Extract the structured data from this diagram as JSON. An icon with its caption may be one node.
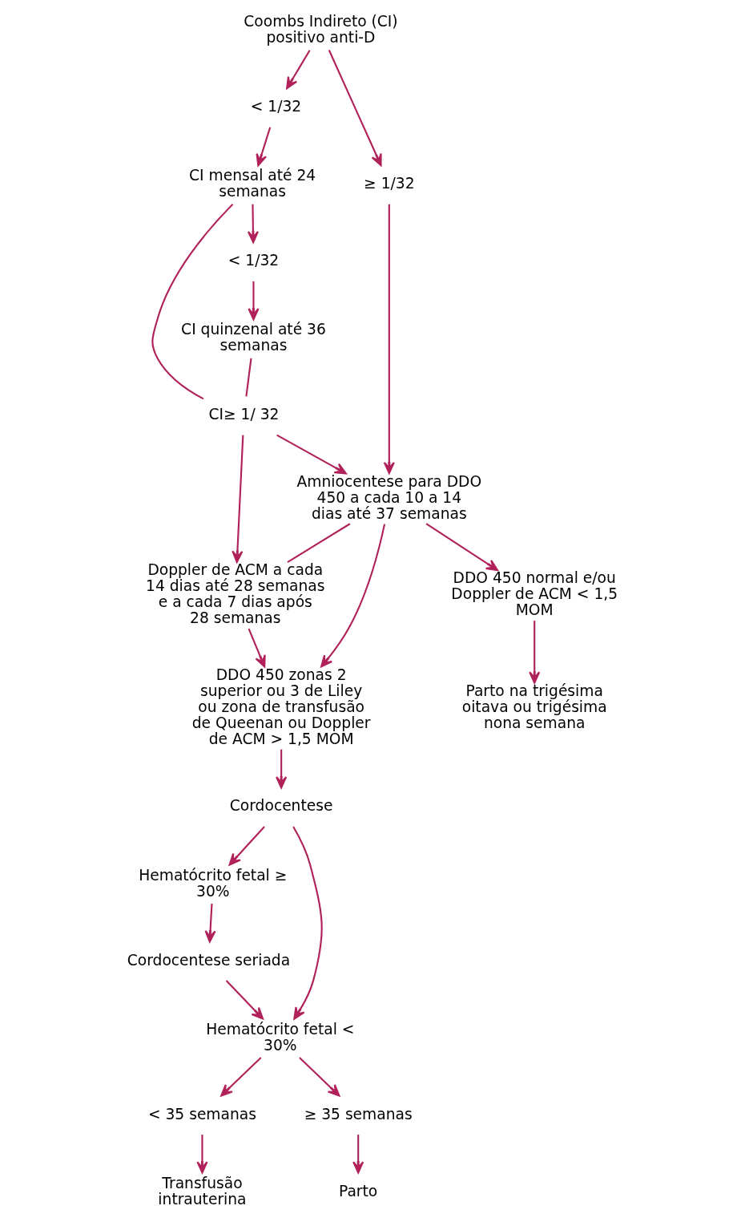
{
  "diagram": {
    "nodes": [
      {
        "text": [
          "Coombs Indireto (CI) positivo anti-D"
        ]
      },
      {
        "text": [
          "< 1/32"
        ]
      },
      {
        "text": [
          "≥ 1/32"
        ]
      },
      {
        "text": [
          "CI mensal até 24 semanas"
        ]
      },
      {
        "text": [
          "CI≥ 1/ 32"
        ]
      },
      {
        "text": [
          "Amniocentese para DDO 450 a cada 10 a 14 dias até 37 semanas"
        ]
      },
      {
        "text": [
          "< 1/32"
        ]
      },
      {
        "text": [
          "Doppler de ACM a cada 14 dias até 28 semanas e a cada 7 dias após 28 semanas"
        ]
      },
      {
        "text": [
          "CI quinzenal até 36 semanas"
        ]
      },
      {
        "text": [
          "DDO 450 zonas 2 superior ou 3 de Liley ou zona de transfusão de Queenan ou Doppler de ACM > 1,5 MOM"
        ]
      },
      {
        "text": [
          "DDO 450 normal e/ou Doppler de ACM < 1,5 MOM"
        ]
      },
      {
        "text": [
          "Cordocentese"
        ]
      },
      {
        "text": [
          "Hematócrito fetal ≥ 30%"
        ]
      },
      {
        "text": [
          "Hematócrito fetal < 30%"
        ]
      },
      {
        "text": [
          "Cordocentese seriada"
        ]
      },
      {
        "text": [
          "< 35 semanas"
        ]
      },
      {
        "text": [
          "≥ 35 semanas"
        ]
      },
      {
        "text": [
          "Parto na trigésima oitava ou trigésima nona semana"
        ]
      },
      {
        "text": [
          "Transfusão intrauterina"
        ]
      },
      {
        "text": [
          "Parto"
        ]
      }
    ],
    "edges": [
      {
        "from": 0,
        "to": 1,
        "arrow": "to"
      },
      {
        "from": 0,
        "to": 2,
        "arrow": "to"
      },
      {
        "from": 1,
        "to": 3,
        "arrow": "to"
      },
      {
        "from": 2,
        "to": 5,
        "arrow": "to"
      },
      {
        "from": 3,
        "to": 4,
        "arrow": "none"
      },
      {
        "from": 8,
        "to": 4,
        "arrow": "none"
      },
      {
        "from": 4,
        "to": 5,
        "arrow": "to"
      },
      {
        "from": 4,
        "to": 7,
        "arrow": "to"
      },
      {
        "from": 3,
        "to": 6,
        "arrow": "to"
      },
      {
        "from": 6,
        "to": 8,
        "arrow": "to"
      },
      {
        "from": 5,
        "to": 7,
        "arrow": "none"
      },
      {
        "from": 5,
        "to": 9,
        "arrow": "to"
      },
      {
        "from": 5,
        "to": 10,
        "arrow": "to"
      },
      {
        "from": 7,
        "to": 9,
        "arrow": "to"
      },
      {
        "from": 9,
        "to": 11,
        "arrow": "to"
      },
      {
        "from": 11,
        "to": 12,
        "arrow": "to"
      },
      {
        "from": 11,
        "to": 13,
        "arrow": "to"
      },
      {
        "from": 12,
        "to": 14,
        "arrow": "to"
      },
      {
        "from": 14,
        "to": 13,
        "arrow": "to"
      },
      {
        "from": 13,
        "to": 15,
        "arrow": "to"
      },
      {
        "from": 13,
        "to": 16,
        "arrow": "to"
      },
      {
        "from": 15,
        "to": 18,
        "arrow": "to"
      },
      {
        "from": 16,
        "to": 19,
        "arrow": "to"
      },
      {
        "from": 10,
        "to": 17,
        "arrow": "to"
      }
    ]
  }
}
